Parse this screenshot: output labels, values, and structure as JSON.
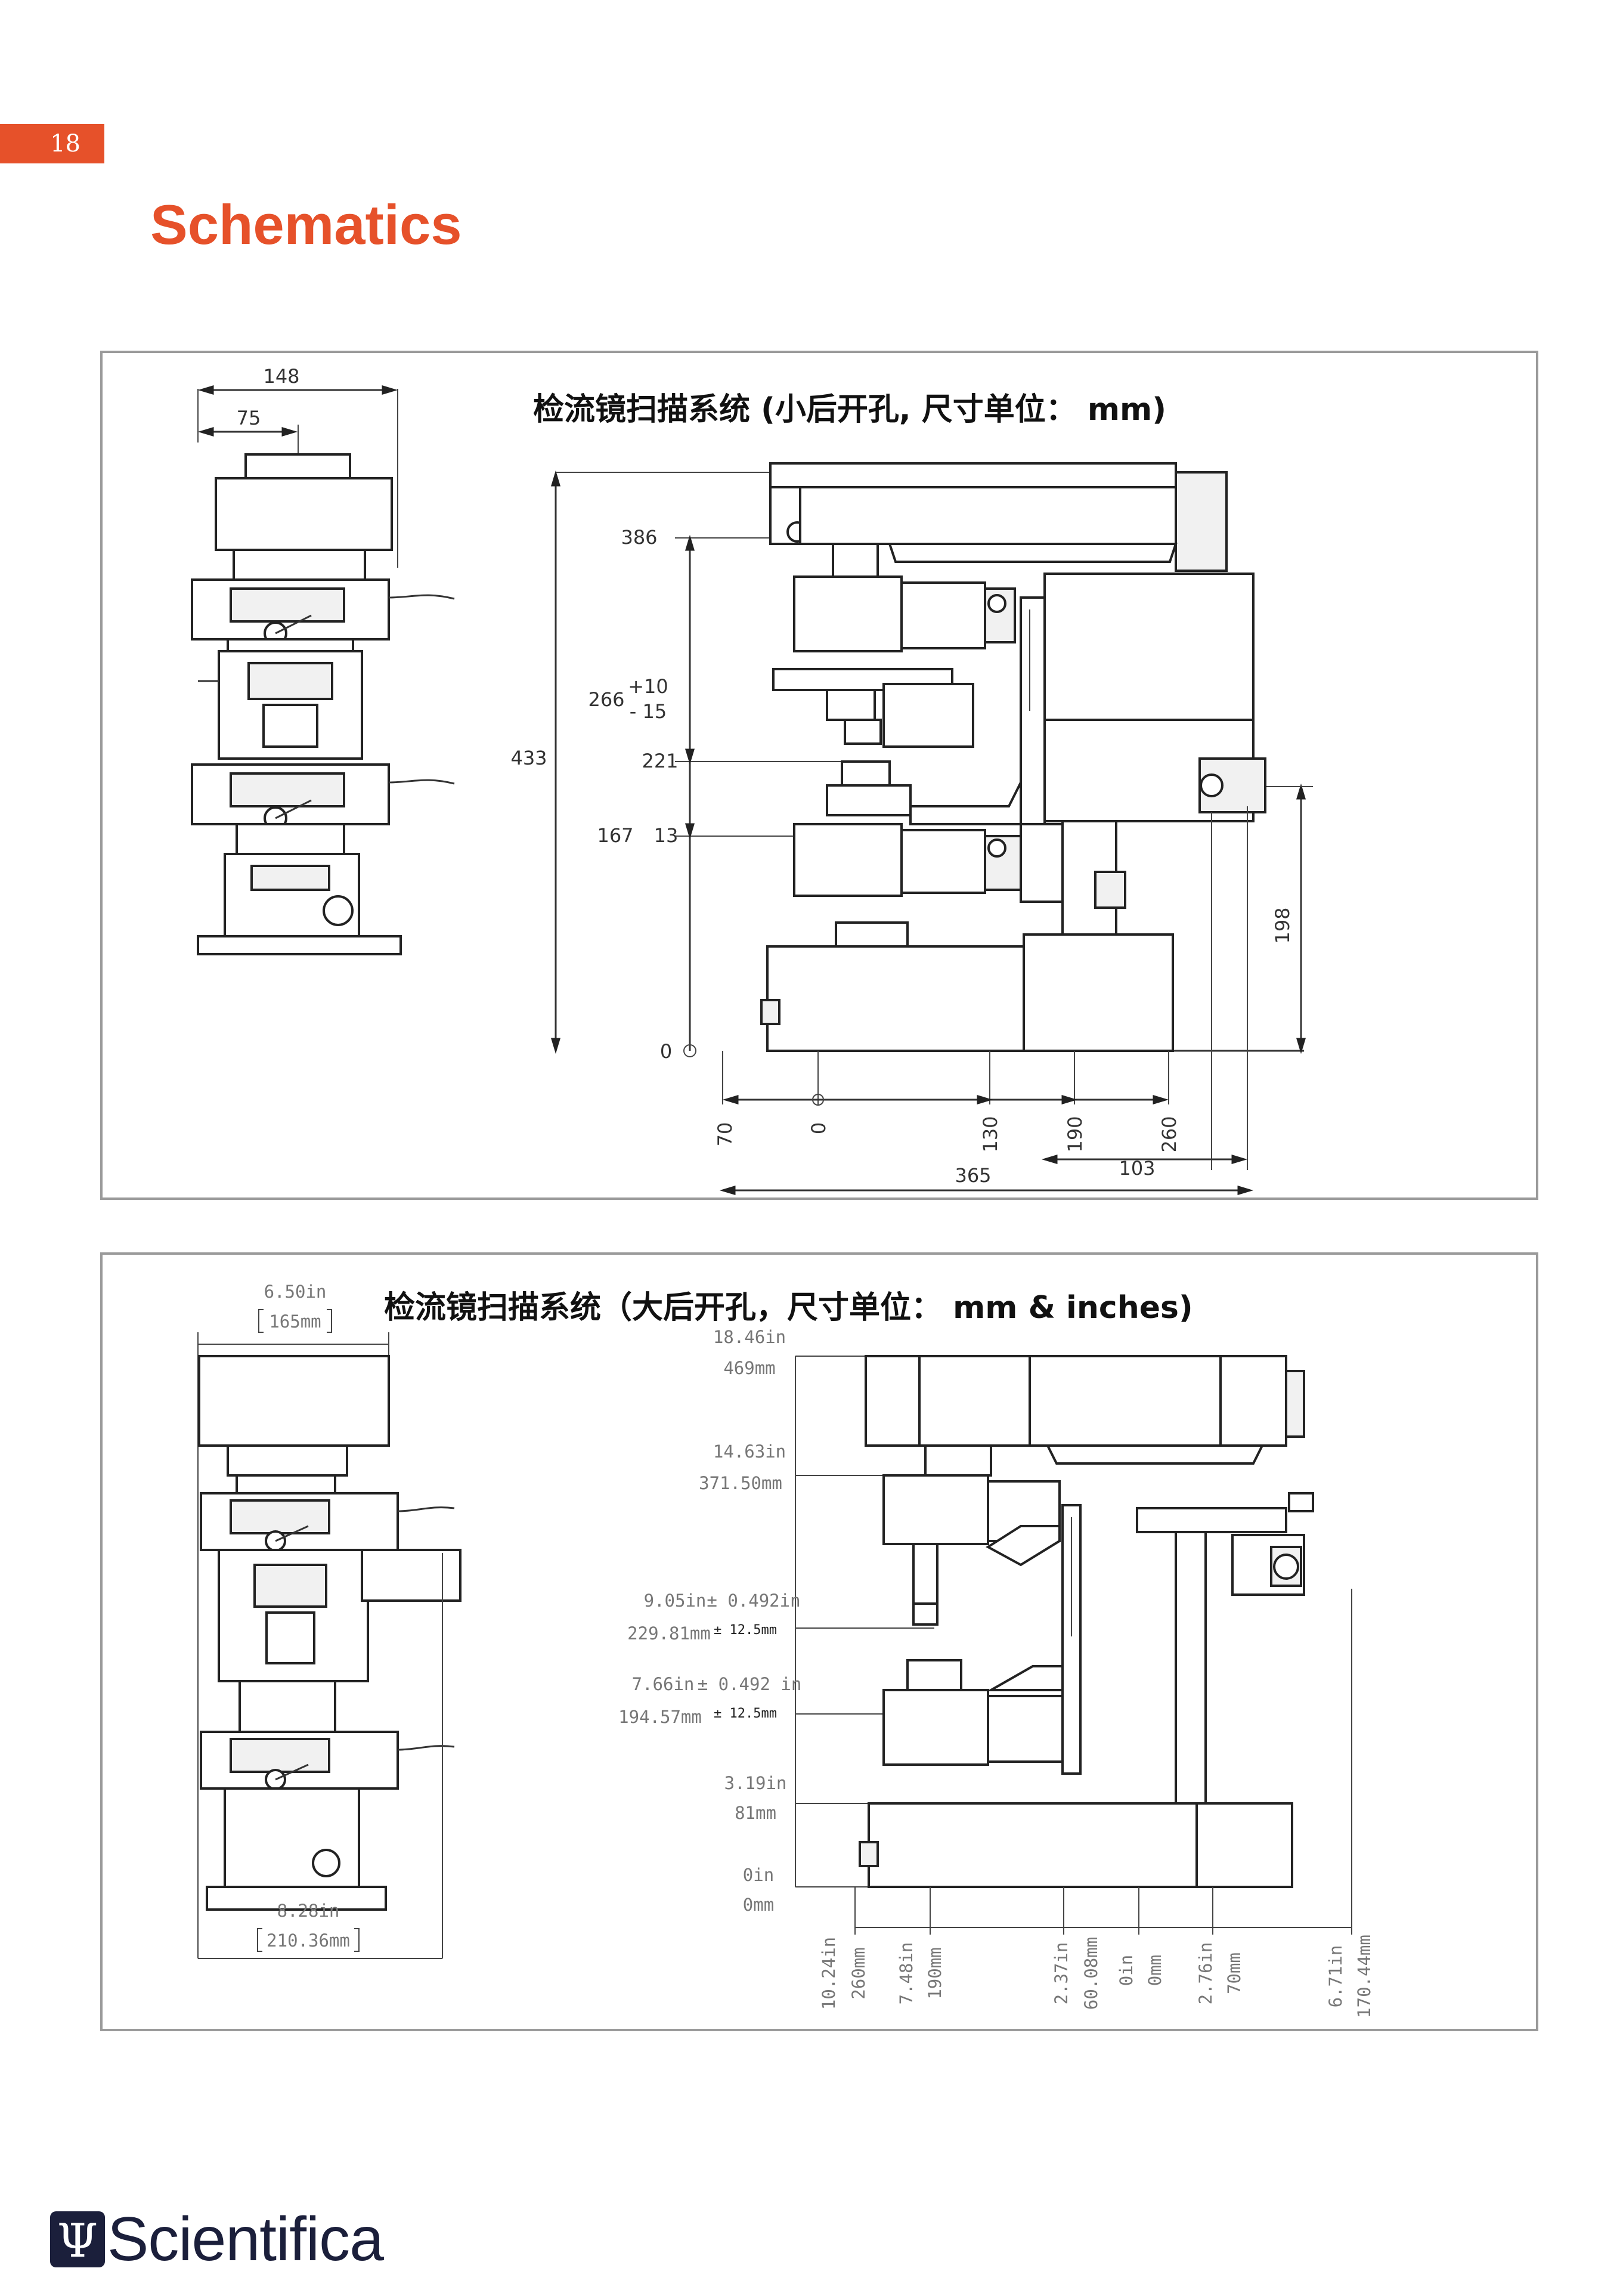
{
  "page": {
    "number": "18",
    "title": "Schematics"
  },
  "panel1": {
    "title": "检流镜扫描系统 (小后开孔, 尺寸单位： mm)",
    "left_view": {
      "dims": [
        "148",
        "75"
      ]
    },
    "vertical_dims": {
      "total": "433",
      "d386": "386",
      "d266": "266",
      "plus10": "+10",
      "minus15": "- 15",
      "d221": "221",
      "d167": "167",
      "d13": "13",
      "zero": "0",
      "d198": "198"
    },
    "horizontal_dims": {
      "h70": "70",
      "h0": "0",
      "h130": "130",
      "h190": "190",
      "h260": "260",
      "h365": "365",
      "h103": "103"
    }
  },
  "panel2": {
    "title": "检流镜扫描系统（大后开孔，尺寸单位： mm & inches)",
    "left_view": {
      "top_in": "6.50in",
      "top_mm": "165mm",
      "bottom_in": "8.28in",
      "bottom_mm": "210.36mm"
    },
    "vertical_dims": {
      "v1_in": "18.46in",
      "v1_mm": "469mm",
      "v2_in": "14.63in",
      "v2_mm": "371.50mm",
      "v3_in": "9.05in",
      "v3_tol_in": "± 0.492in",
      "v3_mm": "229.81mm",
      "v3_tol_mm": "± 12.5mm",
      "v4_in": "7.66in",
      "v4_tol_in": "± 0.492  in",
      "v4_mm": "194.57mm",
      "v4_tol_mm": "± 12.5mm",
      "v5_in": "3.19in",
      "v5_mm": "81mm",
      "v6_in": "0in",
      "v6_mm": "0mm"
    },
    "horizontal_dims": [
      {
        "in": "10.24in",
        "mm": "260mm"
      },
      {
        "in": "7.48in",
        "mm": "190mm"
      },
      {
        "in": "2.37in",
        "mm": "60.08mm"
      },
      {
        "in": "0in",
        "mm": "0mm"
      },
      {
        "in": "2.76in",
        "mm": "70mm"
      },
      {
        "in": "6.71in",
        "mm": "170.44mm"
      }
    ]
  },
  "footer": {
    "logo_symbol": "Ψ",
    "logo_text": "Scientifica"
  },
  "colors": {
    "accent": "#e6512a",
    "border": "#9a9a9a",
    "logo": "#1b1f3b"
  }
}
